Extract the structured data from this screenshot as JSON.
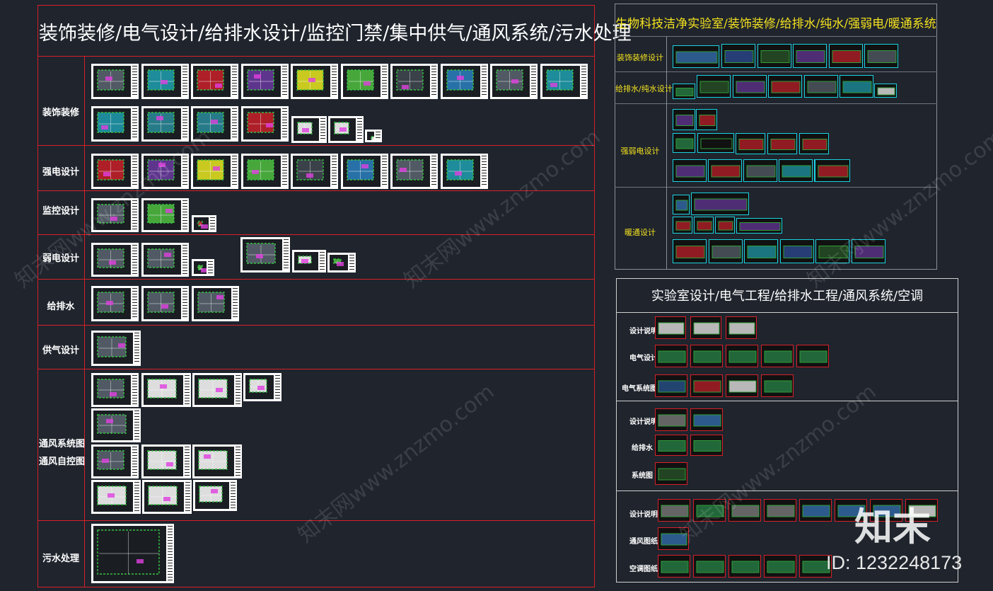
{
  "left_panel": {
    "title": "装饰装修/电气设计/给排水设计/监控门禁/集中供气/通风系统/污水处理",
    "rows": [
      {
        "label": "装饰装修"
      },
      {
        "label": "强电设计"
      },
      {
        "label": "监控设计"
      },
      {
        "label": "弱电设计"
      },
      {
        "label": "给排水"
      },
      {
        "label": "供气设计"
      },
      {
        "label": "通风系统图"
      },
      {
        "label": "通风自控图"
      },
      {
        "label": "污水处理"
      }
    ]
  },
  "top_right_panel": {
    "title": "生物科技洁净实验室/装饰装修/给排水/纯水/强弱电/暖通系统",
    "rows": [
      {
        "label": "装饰装修设计"
      },
      {
        "label": "给排水/纯水设计"
      },
      {
        "label": "强弱电设计"
      },
      {
        "label": "暖通设计"
      }
    ]
  },
  "bottom_right_panel": {
    "title": "实验室设计/电气工程/给排水工程/通风系统/空调",
    "rows": [
      {
        "label": "设计说明"
      },
      {
        "label": "电气设计"
      },
      {
        "label": "电气系统图"
      },
      {
        "label": "设计说明"
      },
      {
        "label": "给排水"
      },
      {
        "label": "系统图"
      },
      {
        "label": "设计说明"
      },
      {
        "label": "通风图纸"
      },
      {
        "label": "空调图纸"
      }
    ]
  },
  "watermark": {
    "text": "知末网www.znzmo.com",
    "logo": "知末",
    "id": "ID: 1232248173"
  },
  "colors": {
    "background": "#1f242d",
    "frame_red": "#d8202a",
    "cad_cyan": "#19d3e0",
    "title_yellow": "#f4e21f"
  }
}
